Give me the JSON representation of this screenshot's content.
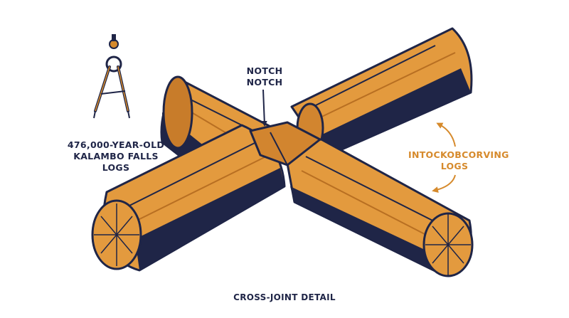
{
  "labels": {
    "left_caption": [
      "476,000-YEAR-OLD",
      "KALAMBO FALLS",
      "LOGS"
    ],
    "notch": [
      "NOTCH",
      "NOTCH"
    ],
    "right_caption": [
      "INTOCKOBCORVING",
      "LOGS"
    ],
    "bottom_caption": "CROSS-JOINT DETAIL"
  },
  "colors": {
    "wood_light": "#e39a3e",
    "wood_mid": "#c87c2a",
    "wood_shadow": "#1f2547",
    "outline": "#1f2547",
    "accent": "#d68a2c",
    "background": "#ffffff"
  },
  "icons": {
    "tool": "drafting-compass-icon",
    "pointer": "down-arrow",
    "right_arrows": "curved-arrow"
  }
}
